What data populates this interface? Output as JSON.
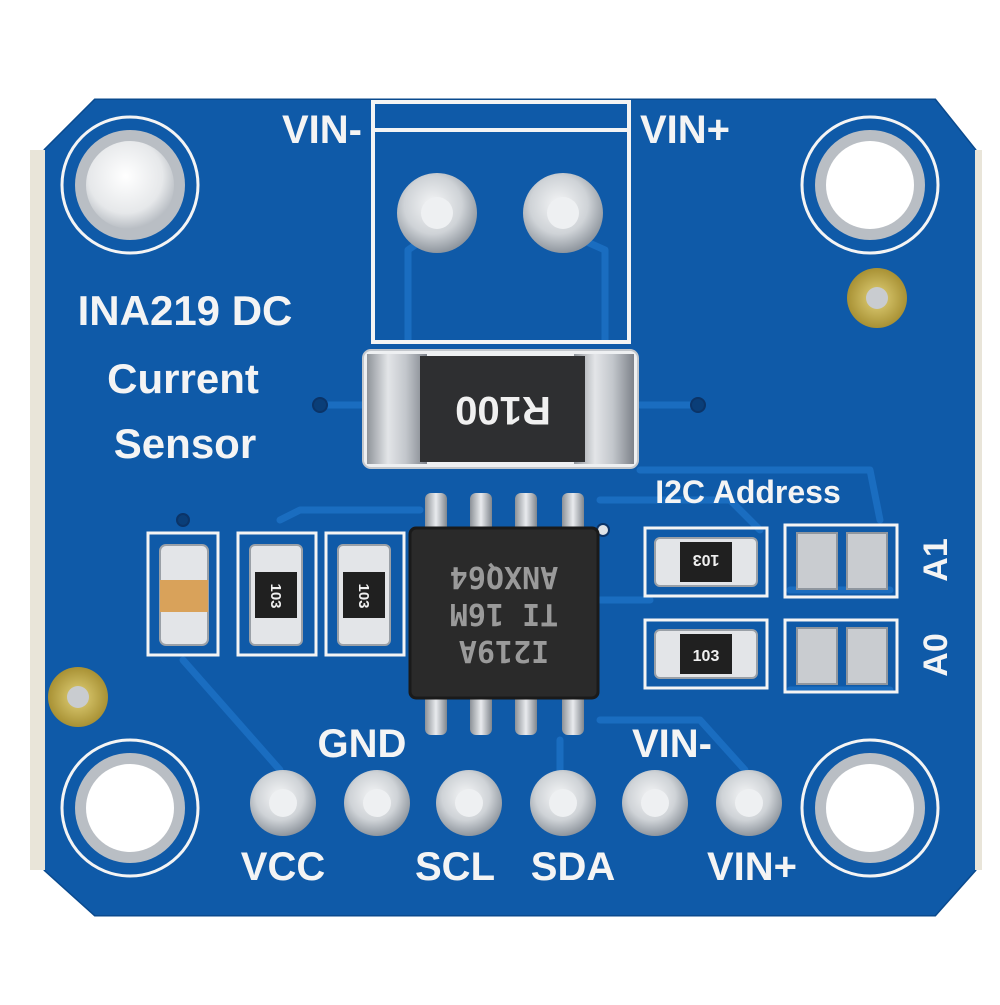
{
  "board": {
    "colors": {
      "pcb": "#0f5aa8",
      "pcb_dark": "#0a4a8e",
      "trace": "#1a6dc0",
      "silkscreen": "#f4f4f4",
      "pad_silver": "#c9ccd0",
      "gold": "#c9b04a",
      "chip": "#2a2a2a",
      "capacitor": "#d9a25a"
    },
    "labels": {
      "vin_minus_top": "VIN-",
      "vin_plus_top": "VIN+",
      "title_line1": "INA219 DC",
      "title_line2": "Current",
      "title_line3": "Sensor",
      "i2c_address": "I2C Address",
      "a1": "A1",
      "a0": "A0",
      "gnd": "GND",
      "vin_minus_bottom": "VIN-",
      "vcc": "VCC",
      "scl": "SCL",
      "sda": "SDA",
      "vin_plus_bottom": "VIN+"
    },
    "shunt_marking": "R100",
    "chip_marking": {
      "line1": "I219A",
      "line2": "TI 16M",
      "line3": "ANXQ64"
    },
    "resistor_marking": "103"
  }
}
